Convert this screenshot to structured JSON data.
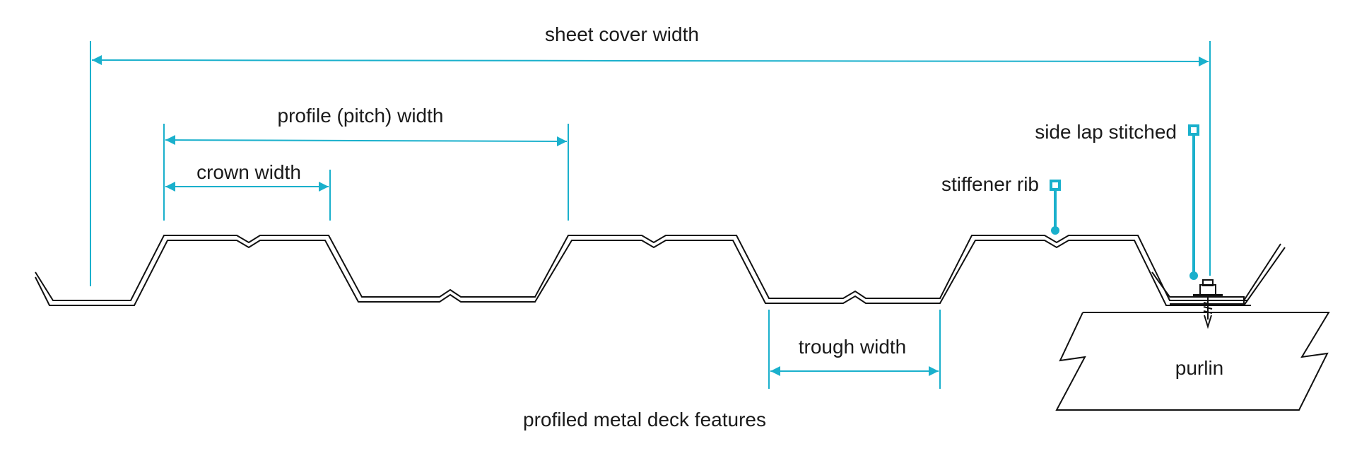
{
  "labels": {
    "sheet_cover_width": "sheet cover width",
    "profile_pitch_width": "profile (pitch) width",
    "crown_width": "crown width",
    "trough_width": "trough width",
    "side_lap_stitched": "side lap stitched",
    "stiffener_rib": "stiffener rib",
    "purlin": "purlin",
    "caption": "profiled metal deck features"
  },
  "colors": {
    "accent": "#1ab0cc",
    "line": "#111111",
    "text": "#1a1a1a"
  }
}
